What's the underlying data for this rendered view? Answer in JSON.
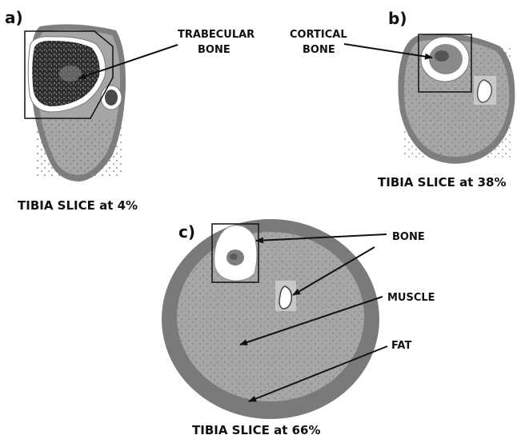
{
  "panels": {
    "a": {
      "letter": "a)",
      "caption": "TIBIA SLICE at 4%"
    },
    "b": {
      "letter": "b)",
      "caption": "TIBIA SLICE at 38%"
    },
    "c": {
      "letter": "c)",
      "caption": "TIBIA SLICE at 66%"
    }
  },
  "labels": {
    "trabecular_line1": "TRABECULAR",
    "trabecular_line2": "BONE",
    "cortical_line1": "CORTICAL",
    "cortical_line2": "BONE",
    "bone": "BONE",
    "muscle": "MUSCLE",
    "fat": "FAT"
  },
  "colors": {
    "muscle": "#a6a6a6",
    "fat": "#7b7b7b",
    "cortical": "#ffffff",
    "trabecular": "#3a3a3a",
    "outline": "#555555"
  }
}
